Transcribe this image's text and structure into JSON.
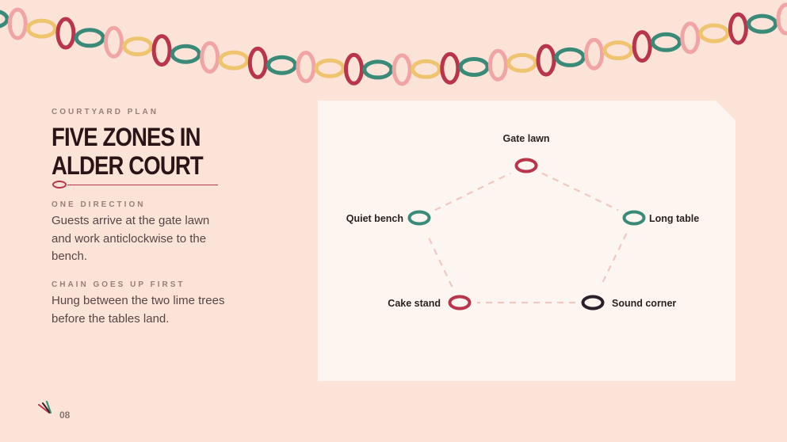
{
  "colors": {
    "background": "#fce3d8",
    "panel": "#fdf6f0",
    "ring_palette": [
      "#3a8a78",
      "#f1a4a4",
      "#efc46f",
      "#b8354b"
    ],
    "edge": "#f1c7bf"
  },
  "header": {
    "eyebrow": "COURTYARD PLAN",
    "title_line1": "FIVE ZONES IN",
    "title_line2": "ALDER COURT"
  },
  "notes": [
    {
      "heading": "ONE DIRECTION",
      "body_line1": "Guests arrive at the gate lawn",
      "body_line2": "and work anticlockwise to the",
      "body_line3": "bench."
    },
    {
      "heading": "CHAIN GOES UP FIRST",
      "body_line1": "Hung between the two lime trees",
      "body_line2": "before the tables land."
    }
  ],
  "diagram": {
    "nodes": [
      {
        "id": "gate",
        "label": "Gate lawn",
        "color": "#b8354b"
      },
      {
        "id": "long",
        "label": "Long table",
        "color": "#3a8a78"
      },
      {
        "id": "sound",
        "label": "Sound corner",
        "color": "#2b1f2b"
      },
      {
        "id": "cake",
        "label": "Cake stand",
        "color": "#b8354b"
      },
      {
        "id": "quiet",
        "label": "Quiet bench",
        "color": "#3a8a78"
      }
    ],
    "edges": [
      [
        "gate",
        "long"
      ],
      [
        "long",
        "sound"
      ],
      [
        "sound",
        "cake"
      ],
      [
        "cake",
        "quiet"
      ],
      [
        "quiet",
        "gate"
      ]
    ]
  },
  "footer": {
    "page_number": "08"
  }
}
